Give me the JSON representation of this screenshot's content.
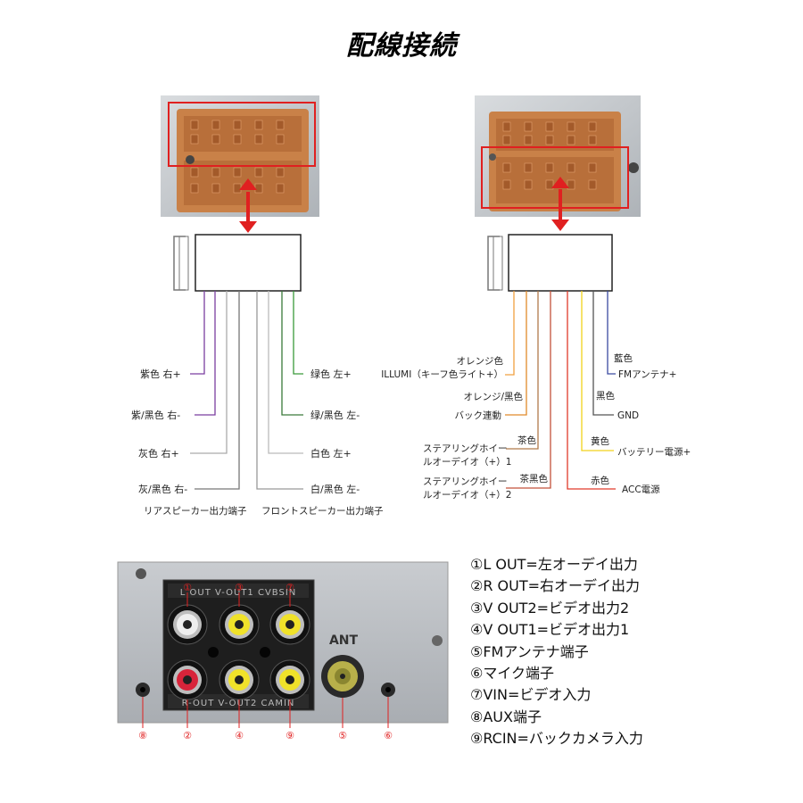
{
  "title": "配線接続",
  "left_harness": {
    "wires": [
      {
        "id": "lw1",
        "label": "紫色 右+",
        "color": "#7b3fa0"
      },
      {
        "id": "lw2",
        "label": "紫/黑色 右-",
        "color": "#7b3fa0"
      },
      {
        "id": "lw3",
        "label": "灰色 右+",
        "color": "#aaaaaa"
      },
      {
        "id": "lw4",
        "label": "灰/黑色 右-",
        "color": "#777777"
      },
      {
        "id": "lw5",
        "label": "绿色 左+",
        "color": "#3a9a3a"
      },
      {
        "id": "lw6",
        "label": "绿/黑色 左-",
        "color": "#3a7a3a"
      },
      {
        "id": "lw7",
        "label": "白色 左+",
        "color": "#bbbbbb"
      },
      {
        "id": "lw8",
        "label": "白/黑色 左-",
        "color": "#999999"
      }
    ],
    "rear_caption": "リアスピーカー出力端子",
    "front_caption": "フロントスピーカー出力端子"
  },
  "right_harness": {
    "labels": {
      "orange_color": "オレンジ色",
      "illumi": "ILLUMI（キーフ色ライト+）",
      "orange_black": "オレンジ/黑色",
      "back_link": "バック連動",
      "brown": "茶色",
      "steer1_a": "ステアリングホイー",
      "steer1_b": "ルオーデイオ（+）1",
      "brown_black": "茶黑色",
      "steer2_a": "ステアリングホイー",
      "steer2_b": "ルオーデイオ（+）2",
      "blue": "藍色",
      "fm_antenna": "FMアンテナ+",
      "black": "黑色",
      "gnd": "GND",
      "yellow": "黄色",
      "battery": "バッテリー電源+",
      "red": "赤色",
      "acc": "ACC電源"
    },
    "colors": {
      "orange": "#f0a040",
      "orange_dark": "#e08a2a",
      "brown": "#b07a4a",
      "brown_red": "#c2503a",
      "red": "#e03a2a",
      "yellow": "#f2d21a",
      "black": "#555555",
      "blue": "#3a4aa0"
    }
  },
  "connector_color": "#d9894a",
  "highlight_color": "#e02020",
  "rca_panel": {
    "ant_label": "ANT",
    "top_silk": "L OUT V-OUT1 CVBSIN",
    "bottom_silk": "R-OUT V-OUT2 CAMIN",
    "markers": {
      "m1": "①",
      "m2": "②",
      "m3": "③",
      "m4": "④",
      "m5": "⑤",
      "m6": "⑥",
      "m7": "⑦",
      "m8": "⑧",
      "m9": "⑨"
    },
    "jack_colors": {
      "white": "#eeeeee",
      "red": "#d8243a",
      "yellow": "#f0e22a",
      "ant": "#b8b04a"
    }
  },
  "legend": [
    "①L OUT=左オーデイ出力",
    "②R OUT=右オーデイ出力",
    "③V OUT2=ビデオ出力2",
    "④V OUT1=ビデオ出力1",
    "⑤FMアンテナ端子",
    "⑥マイク端子",
    "⑦VIN=ビデオ入力",
    "⑧AUX端子",
    "⑨RCIN=バックカメラ入力"
  ]
}
